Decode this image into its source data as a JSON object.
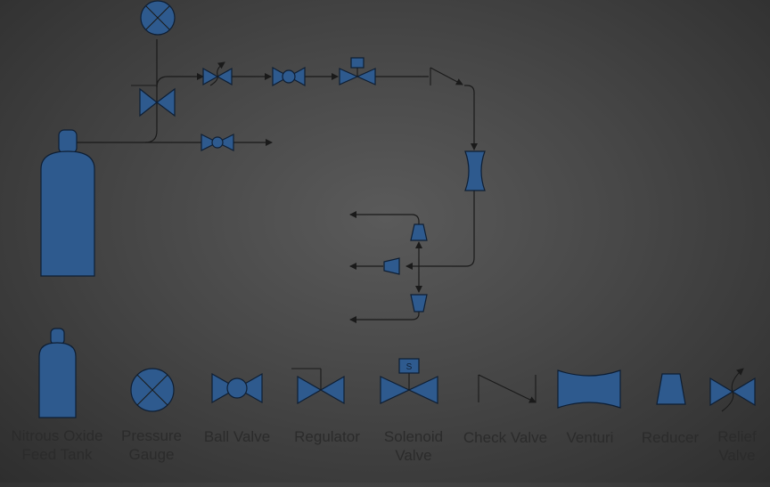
{
  "legend": {
    "tank": "Nitrous Oxide\nFeed Tank",
    "gauge": "Pressure\nGauge",
    "ball_valve": "Ball Valve",
    "regulator": "Regulator",
    "solenoid": "Solenoid\nValve",
    "check_valve": "Check Valve",
    "venturi": "Venturi",
    "reducer": "Reducer",
    "relief": "Relief\nValve"
  },
  "solenoid_letter": "S",
  "colors": {
    "symbol": "#2e5a8e",
    "line": "#1a1a1a"
  }
}
